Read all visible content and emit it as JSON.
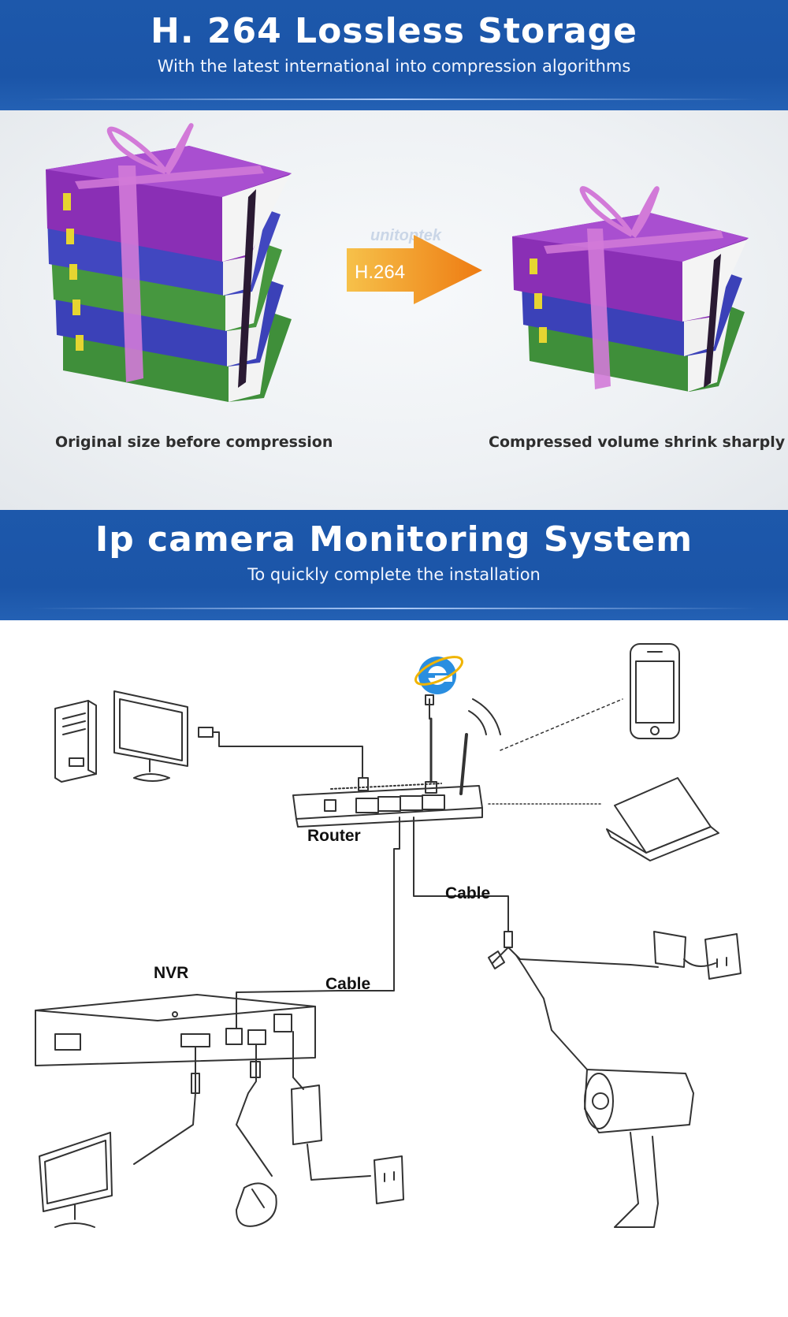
{
  "storage_banner": {
    "title": "H. 264 Lossless Storage",
    "subtitle": "With the latest international into compression algorithms"
  },
  "compression": {
    "arrow_label": "H.264",
    "caption_left": "Original size before compression",
    "caption_right": "Compressed volume shrink sharply",
    "watermark": "unitoptek"
  },
  "monitoring_banner": {
    "title": "Ip camera Monitoring System",
    "subtitle": "To quickly complete the installation"
  },
  "diagram": {
    "router_label": "Router",
    "nvr_label": "NVR",
    "cable_label_top": "Cable",
    "cable_label_bottom": "Cable",
    "browser_icon_letter": "e"
  },
  "colors": {
    "banner_blue": "#1b55a8",
    "book_purple": "#8a2fb5",
    "book_blue": "#3b41b8",
    "book_green": "#3f8f3a",
    "ribbon_pink": "#d27ad8",
    "arrow_orange": "#f29a1a"
  },
  "icons": [
    "desktop-computer-icon",
    "monitor-icon",
    "internet-explorer-icon",
    "router-icon",
    "smartphone-icon",
    "laptop-icon",
    "nvr-recorder-icon",
    "ip-camera-icon",
    "power-adapter-icon",
    "wall-socket-icon",
    "mouse-icon"
  ]
}
